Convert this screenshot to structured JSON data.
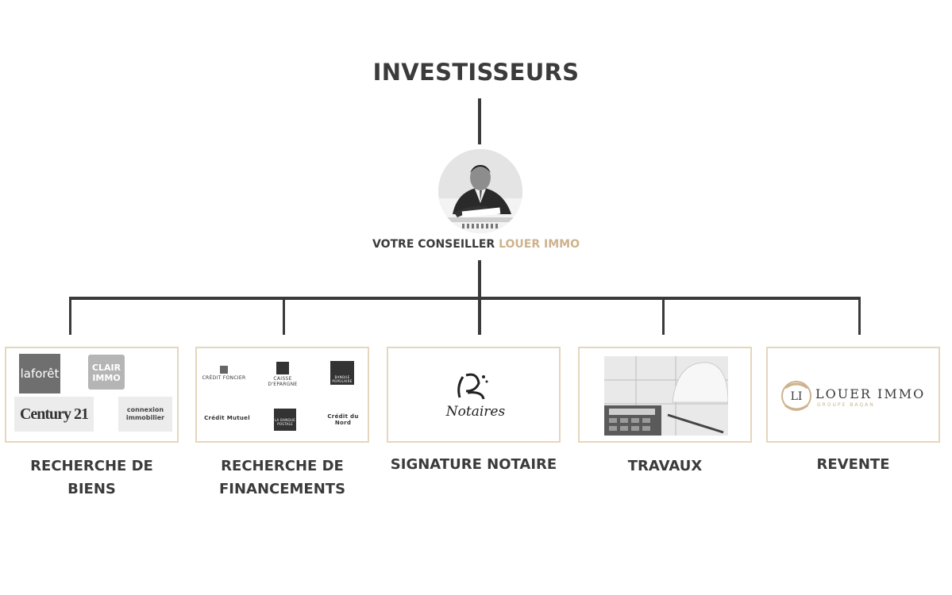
{
  "title": "INVESTISSEURS",
  "advisor": {
    "prefix": "VOTRE CONSEILLER",
    "brand": "LOUER IMMO"
  },
  "steps": [
    {
      "caption_lines": [
        "RECHERCHE DE BIENS"
      ],
      "logos": [
        "laforêt",
        "CLAIR IMMO",
        "Century 21",
        "connexion immobilier"
      ]
    },
    {
      "caption_lines": [
        "RECHERCHE DE",
        "FINANCEMENTS"
      ],
      "logos": [
        "CRÉDIT FONCIER",
        "CAISSE D'EPARGNE",
        "BANQUE POPULAIRE",
        "Crédit Mutuel",
        "LA BANQUE POSTALE",
        "Crédit du Nord"
      ]
    },
    {
      "caption_lines": [
        "SIGNATURE NOTAIRE"
      ],
      "logo_text": "Notaires"
    },
    {
      "caption_lines": [
        "TRAVAUX"
      ]
    },
    {
      "caption_lines": [
        "REVENTE"
      ],
      "logo_text": "LOUER IMMO",
      "logo_subtext": "GROUPE BAQAN",
      "logo_monogram": "LI"
    }
  ],
  "colors": {
    "accent": "#cdb38d",
    "text": "#3b3b3b",
    "line": "#3a3a3a",
    "box_border": "#e6d6bd"
  }
}
